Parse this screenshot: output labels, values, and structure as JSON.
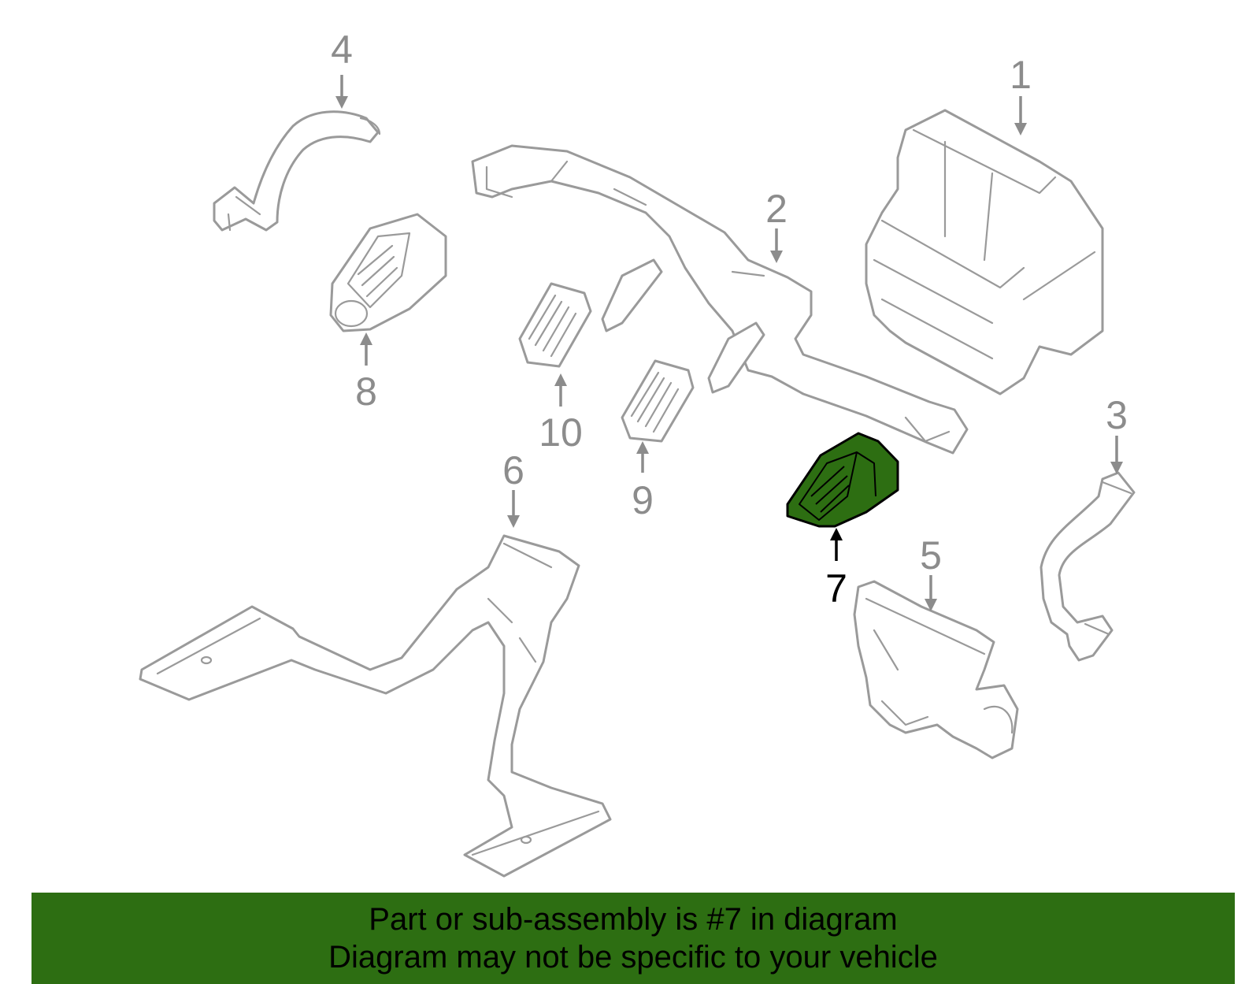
{
  "callouts": [
    "1",
    "2",
    "3",
    "4",
    "5",
    "6",
    "7",
    "8",
    "9",
    "10"
  ],
  "highlighted_callout": "7",
  "colors": {
    "highlight_fill": "#2d6e12",
    "banner_background": "#2d6e12",
    "part_outline": "#9a9a9a",
    "callout_gray": "#8c8c8c",
    "highlight_outline": "#000000"
  },
  "banner": {
    "line1": "Part or sub-assembly is #7 in diagram",
    "line2": "Diagram may not be specific to your vehicle"
  }
}
